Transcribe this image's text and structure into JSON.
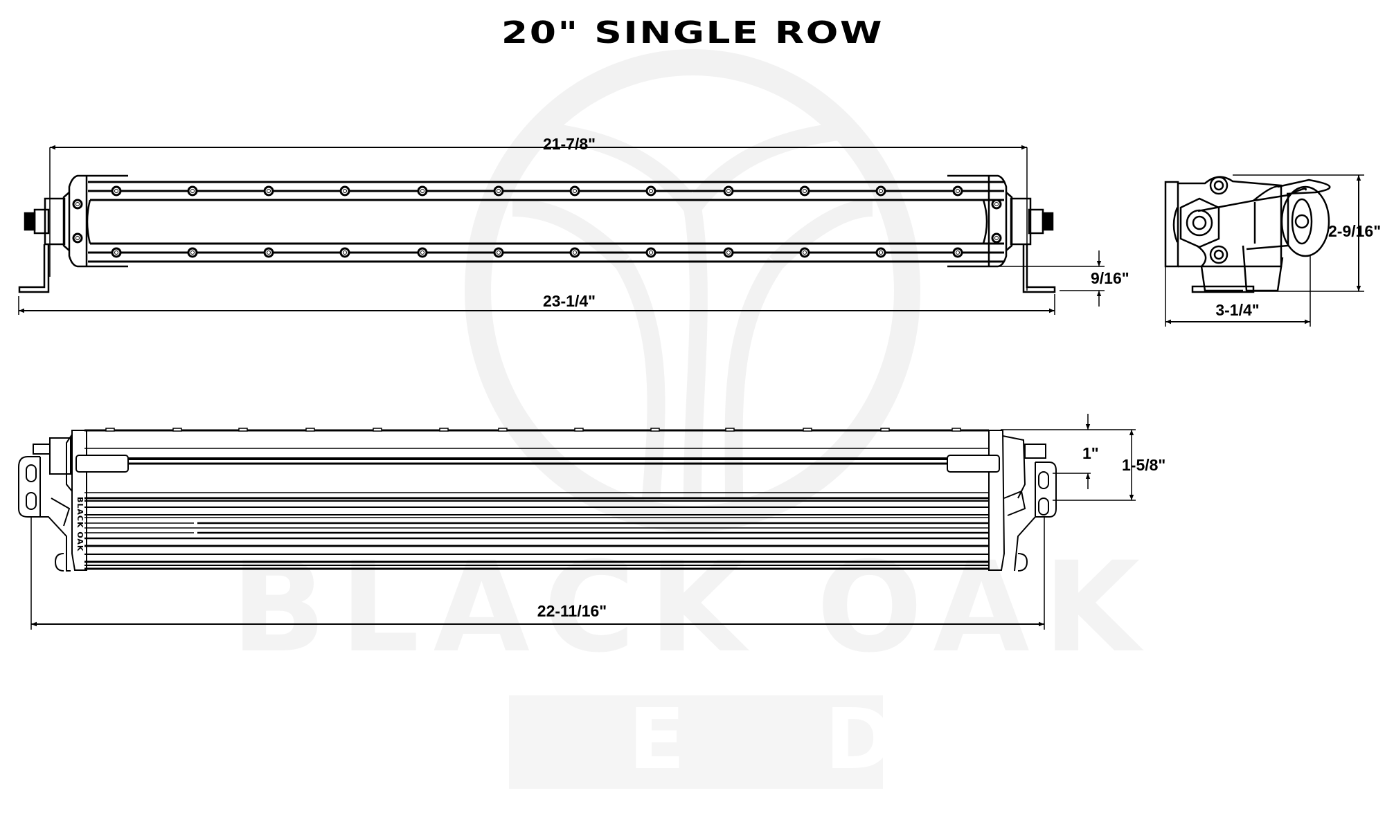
{
  "title": "20\" SINGLE ROW",
  "watermark": {
    "brand": "BLACK OAK",
    "sub": "L E D",
    "color": "#f3f3f3"
  },
  "front_view": {
    "overall_width_label": "21-7/8\"",
    "bracket_width_label": "23-1/4\"",
    "bracket_offset_label": "9/16\"",
    "screw_count_per_row": 12
  },
  "side_view": {
    "height_label": "2-9/16\"",
    "depth_label": "3-1/4\""
  },
  "top_view": {
    "overall_width_label": "22-11/16\"",
    "slot_spacing_label": "1\"",
    "mount_height_label": "1-5/8\"",
    "housing_text": "BLACK OAK"
  },
  "colors": {
    "line": "#000000",
    "background": "#ffffff",
    "watermark": "#f3f3f3"
  }
}
